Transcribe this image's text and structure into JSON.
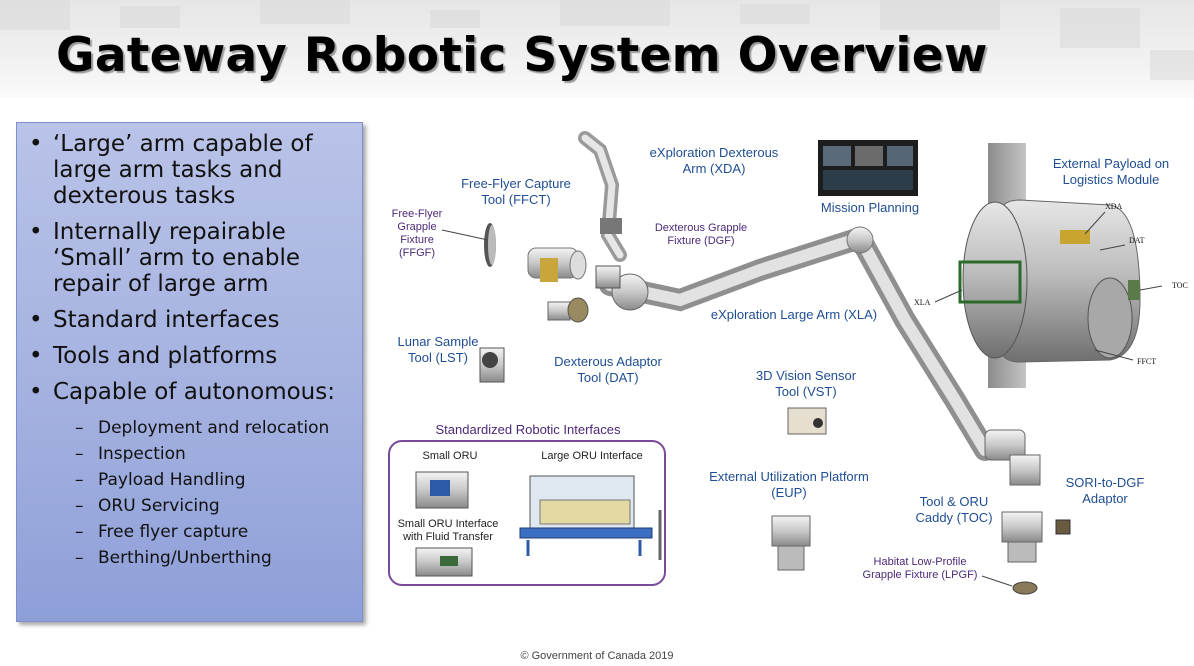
{
  "slide": {
    "title": "Gateway Robotic System Overview",
    "footer": "© Government of Canada 2019"
  },
  "bullets": {
    "main": [
      "‘Large’ arm capable of large arm tasks and dexterous tasks",
      "Internally repairable ‘Small’ arm to enable repair of large arm",
      "Standard interfaces",
      "Tools and platforms",
      "Capable of autonomous:"
    ],
    "sub": [
      "Deployment and relocation",
      "Inspection",
      "Payload Handling",
      "ORU Servicing",
      "Free flyer capture",
      "Berthing/Unberthing"
    ]
  },
  "labels": {
    "xda": "eXploration Dexterous Arm (XDA)",
    "ffct": "Free-Flyer Capture Tool (FFCT)",
    "ffgf": "Free-Flyer Grapple Fixture (FFGF)",
    "dgf": "Dexterous Grapple Fixture (DGF)",
    "mission_planning": "Mission Planning",
    "ext_payload": "External Payload on Logistics Module",
    "xla": "eXploration Large Arm (XLA)",
    "lst": "Lunar Sample Tool (LST)",
    "dat": "Dexterous Adaptor Tool (DAT)",
    "vst": "3D Vision Sensor Tool (VST)",
    "eup": "External Utilization Platform (EUP)",
    "toc": "Tool & ORU Caddy (TOC)",
    "sori": "SORI-to-DGF Adaptor",
    "lpgf": "Habitat Low-Profile Grapple Fixture (LPGF)",
    "interfaces_title": "Standardized Robotic Interfaces",
    "small_oru": "Small ORU",
    "small_oru_fluid": "Small ORU Interface with Fluid Transfer",
    "large_oru": "Large ORU Interface",
    "module_tags": {
      "xda": "XDA",
      "dat": "DAT",
      "toc": "TOC",
      "xla": "XLA",
      "ffct": "FFCT"
    }
  },
  "colors": {
    "panel": "#a4b1e0",
    "label_blue": "#1f4e92",
    "label_purple": "#4b2a78",
    "box_border": "#7a4a9a"
  }
}
